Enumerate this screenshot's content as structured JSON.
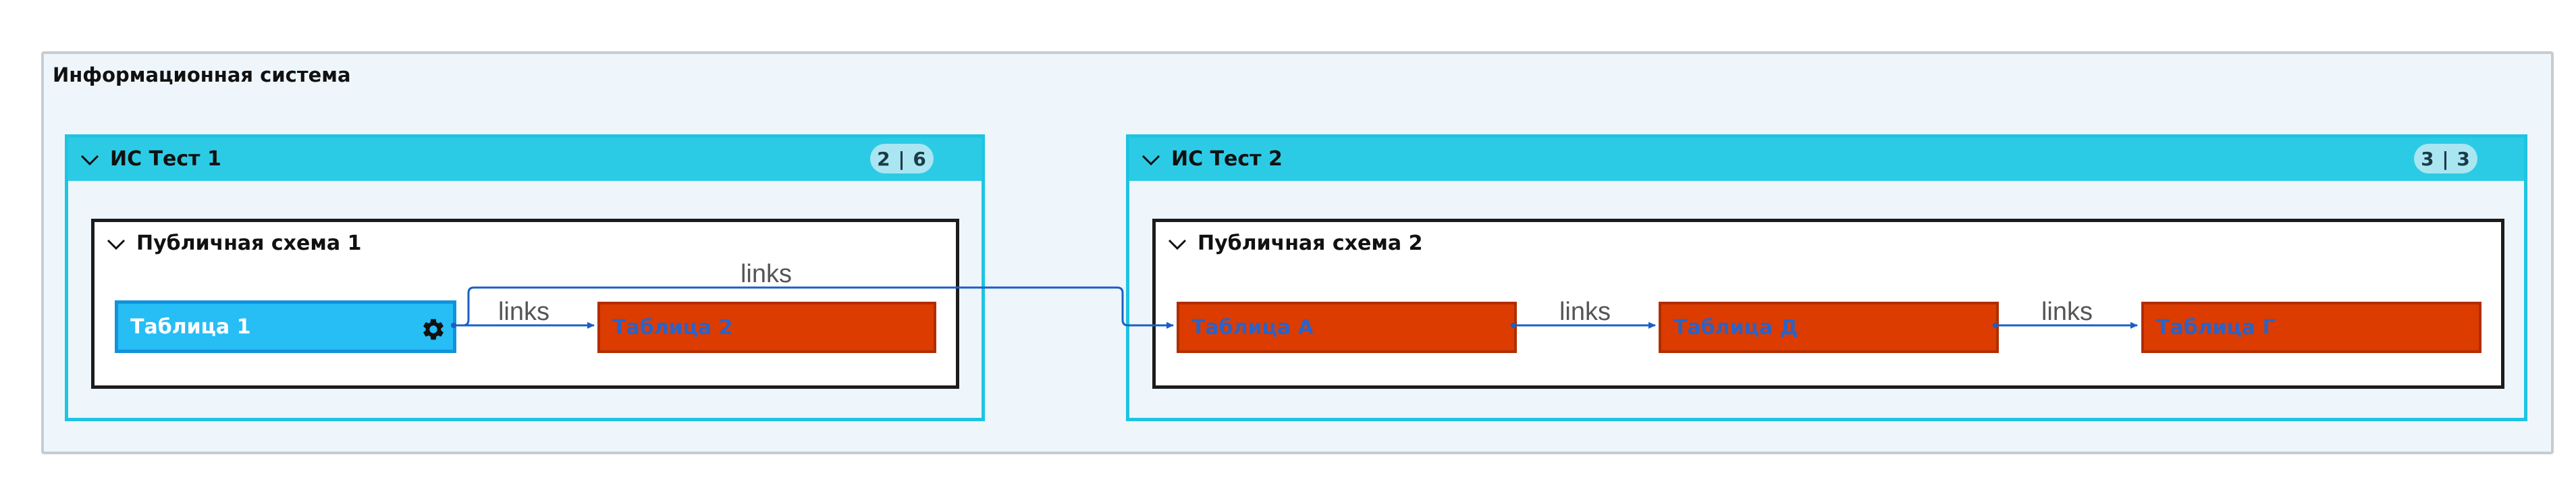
{
  "diagram": {
    "outer_title": "Информационная система",
    "systems": [
      {
        "title": "ИС Тест 1",
        "badge": "2 | 6",
        "schema": {
          "title": "Публичная схема 1",
          "tables": [
            "Таблица 1",
            "Таблица 2"
          ]
        }
      },
      {
        "title": "ИС Тест 2",
        "badge": "3 | 3",
        "schema": {
          "title": "Публичная схема 2",
          "tables": [
            "Таблица А",
            "Таблица Д",
            "Таблица Г"
          ]
        }
      }
    ],
    "edges": [
      {
        "from": "Таблица 1",
        "to": "Таблица 2",
        "label": "links"
      },
      {
        "from": "Таблица 1",
        "to": "Таблица А",
        "label": "links"
      },
      {
        "from": "Таблица А",
        "to": "Таблица Д",
        "label": "links"
      },
      {
        "from": "Таблица Д",
        "to": "Таблица Г",
        "label": "links"
      }
    ],
    "colors": {
      "outer_bg": "#eef6fc",
      "system_border": "#1ec4e2",
      "system_header": "#2ccbe5",
      "table_red": "#dc3c00",
      "table_selected": "#27bdf5",
      "edge": "#1a5fc4"
    },
    "icons": {
      "collapse": "chevron-down-icon",
      "settings": "gear-icon"
    }
  }
}
